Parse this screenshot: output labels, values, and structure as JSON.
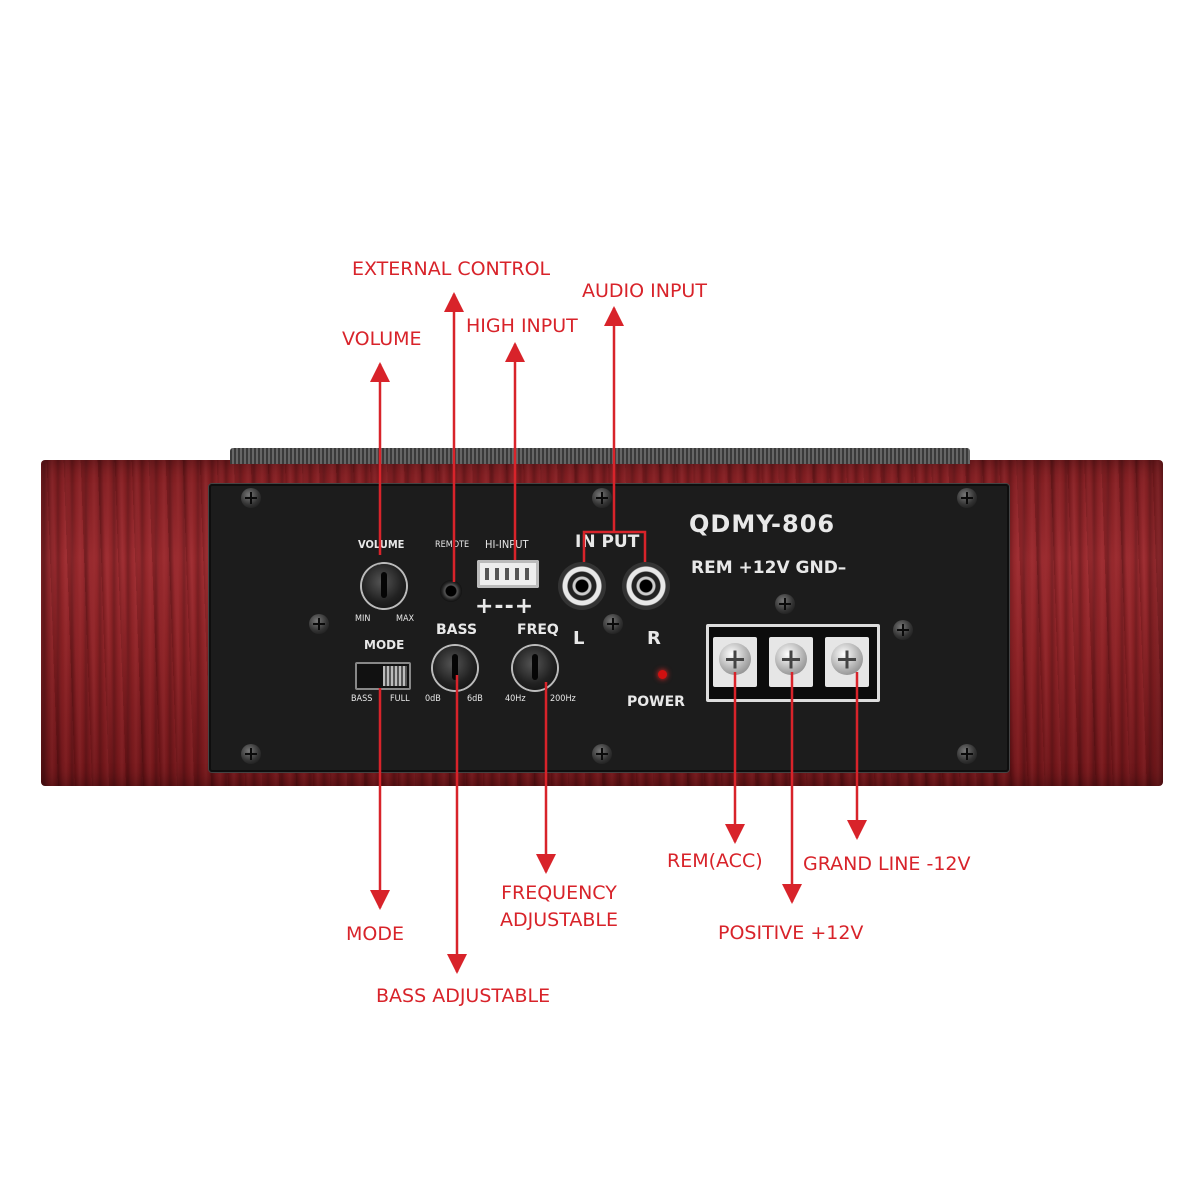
{
  "callouts": {
    "external_control": "EXTERNAL CONTROL",
    "audio_input": "AUDIO INPUT",
    "high_input": "HIGH INPUT",
    "volume": "VOLUME",
    "mode": "MODE",
    "bass_adjustable": "BASS  ADJUSTABLE",
    "frequency_line1": "FREQUENCY",
    "frequency_line2": "ADJUSTABLE",
    "rem_acc": "REM(ACC)",
    "positive": "POSITIVE +12V",
    "ground": "GRAND LINE -12V"
  },
  "panel": {
    "model": "QDMY-806",
    "power_labels": "REM  +12V  GND–",
    "volume": "VOLUME",
    "min": "MIN",
    "max": "MAX",
    "remote": "REMOTE",
    "hi_input": "HI-INPUT",
    "hi_polarity": "+--+",
    "input": "IN  PUT",
    "left": "L",
    "right": "R",
    "mode": "MODE",
    "mode_bass": "BASS",
    "mode_full": "FULL",
    "bass": "BASS",
    "bass_min": "0dB",
    "bass_max": "6dB",
    "freq": "FREQ",
    "freq_min": "40Hz",
    "freq_max": "200Hz",
    "power": "POWER"
  },
  "colors": {
    "callout": "#d8232a",
    "plate": "#1c1c1c",
    "wood": "#8a2226"
  }
}
